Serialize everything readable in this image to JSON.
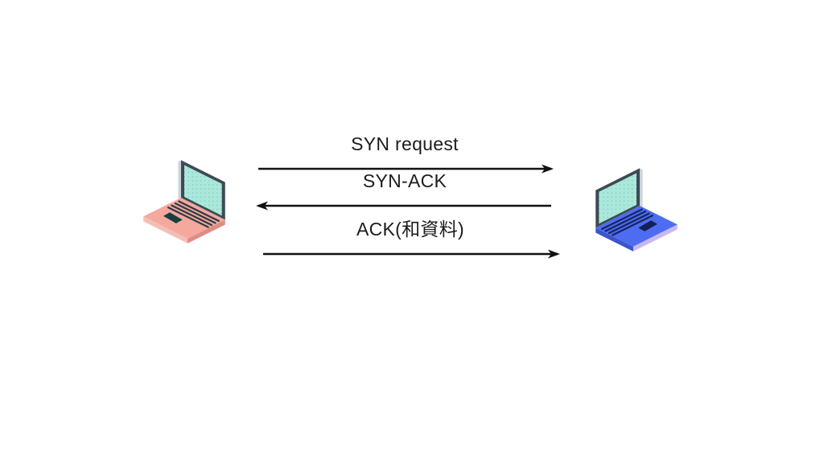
{
  "diagram": {
    "type": "sequence",
    "background_color": "#ffffff",
    "arrow_color": "#111111",
    "text_color": "#1c1c1c",
    "nodes": [
      {
        "id": "left-laptop",
        "kind": "laptop",
        "body_color": "#f4a89e",
        "screen_color": "#a9e8da",
        "trackpad_color": "#16403e"
      },
      {
        "id": "right-laptop",
        "kind": "laptop",
        "body_color": "#4e6cf2",
        "screen_color": "#a9e8da",
        "trackpad_color": "#122257"
      }
    ],
    "messages": [
      {
        "label": "SYN request",
        "direction": "right"
      },
      {
        "label": "SYN-ACK",
        "direction": "left"
      },
      {
        "label": "ACK(和資料)",
        "direction": "right"
      }
    ]
  }
}
